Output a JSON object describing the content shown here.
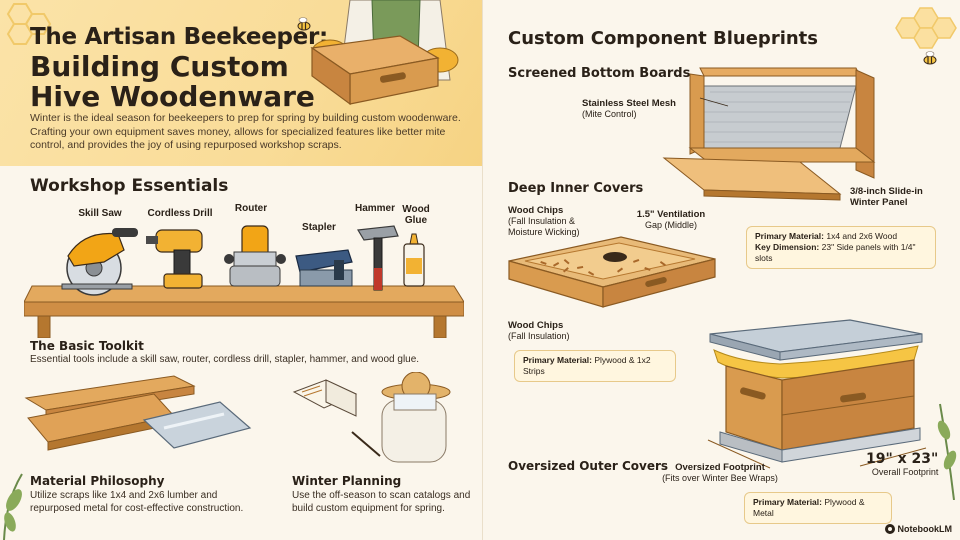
{
  "hero": {
    "title_line1": "The Artisan Beekeeper:",
    "title_line2": "Building Custom",
    "title_line3": "Hive Woodenware",
    "description": "Winter is the ideal season for beekeepers to prep for spring by building custom woodenware. Crafting your own equipment saves money, allows for specialized features like better mite control, and provides the joy of using repurposed workshop scraps."
  },
  "workshop": {
    "title": "Workshop Essentials",
    "tools": [
      {
        "label": "Skill Saw",
        "icon": "skill-saw-icon"
      },
      {
        "label": "Cordless Drill",
        "icon": "cordless-drill-icon"
      },
      {
        "label": "Router",
        "icon": "router-icon"
      },
      {
        "label": "Stapler",
        "icon": "stapler-icon"
      },
      {
        "label": "Hammer",
        "icon": "hammer-icon"
      },
      {
        "label": "Wood\nGlue",
        "icon": "wood-glue-icon"
      }
    ],
    "basic_title": "The Basic Toolkit",
    "basic_desc": "Essential tools include a skill saw, router, cordless drill, stapler, hammer, and wood glue.",
    "material_title": "Material Philosophy",
    "material_desc": "Utilize scraps like 1x4 and 2x6 lumber and repurposed metal for cost-effective construction.",
    "winter_title": "Winter Planning",
    "winter_desc": "Use the off-season to scan catalogs and build custom equipment for spring."
  },
  "blueprints": {
    "title": "Custom Component Blueprints",
    "bottom_board": {
      "title": "Screened Bottom Boards",
      "mesh_label": "Stainless Steel Mesh",
      "mesh_sub": "(Mite Control)",
      "panel_label": "3/8-inch Slide-in Winter Panel",
      "spec_material_key": "Primary Material:",
      "spec_material_val": "1x4 and 2x6 Wood",
      "spec_dim_key": "Key Dimension:",
      "spec_dim_val": "23\" Side panels with 1/4\" slots"
    },
    "inner_cover": {
      "title": "Deep Inner Covers",
      "chips_label": "Wood Chips",
      "chips_sub": "(Fall Insulation & Moisture Wicking)",
      "vent_label": "1.5\" Ventilation",
      "vent_sub": "Gap (Middle)",
      "chips2_label": "Wood Chips",
      "chips2_sub": "(Fall Insulation)",
      "spec_material_key": "Primary Material:",
      "spec_material_val": "Plywood & 1x2 Strips"
    },
    "outer_cover": {
      "title": "Oversized Outer Covers",
      "footprint_label": "Oversized Footprint",
      "footprint_sub": "(Fits over Winter Bee Wraps)",
      "dimension_value": "19\" x 23\"",
      "dimension_label": "Overall Footprint",
      "spec_material_key": "Primary Material:",
      "spec_material_val": "Plywood & Metal"
    }
  },
  "brand": "NotebookLM",
  "colors": {
    "wood": "#d99b4f",
    "wood_dark": "#a9682a",
    "honey": "#f6c544",
    "background": "#fbf6ec",
    "hero_bg": "#f9dc98"
  }
}
